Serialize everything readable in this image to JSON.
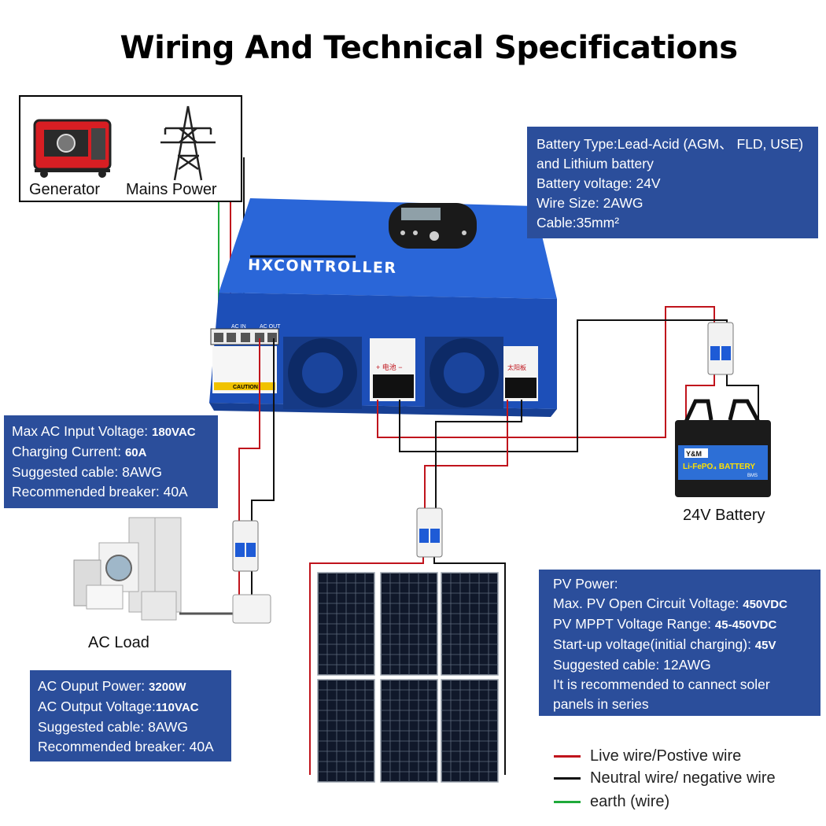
{
  "title": "Wiring And Technical Specifications",
  "sources": {
    "generator_label": "Generator",
    "mains_label": "Mains Power"
  },
  "controller": {
    "brand": "HXCONTROLLER",
    "ac_in_label": "AC IN",
    "ac_out_label": "AC OUT",
    "caution_label": "CAUTION",
    "battery_terminal_label": "+ 电池 −",
    "pv_terminal_label": "太阳板"
  },
  "battery_spec": {
    "lines": [
      "Battery Type:Lead-Acid (AGM、 FLD, USE)",
      "and Lithium battery",
      "Battery voltage: 24V",
      "Wire Size: 2AWG",
      "Cable:35mm²"
    ]
  },
  "ac_input_spec": {
    "l1_label": "Max AC Input Voltage: ",
    "l1_value": "180VAC",
    "l2_label": "Charging Current: ",
    "l2_value": "60A",
    "l3": "Suggested cable: 8AWG",
    "l4": "Recommended breaker: 40A"
  },
  "ac_output_spec": {
    "l1_label": "AC Ouput Power: ",
    "l1_value": "3200W",
    "l2_label": "AC Output Voltage:",
    "l2_value": "110VAC",
    "l3": "Suggested cable: 8AWG",
    "l4": "Recommended breaker: 40A"
  },
  "pv_spec": {
    "l1": "PV Power:",
    "l2_label": "Max.  PV Open Circuit Voltage: ",
    "l2_value": "450VDC",
    "l3_label": "PV MPPT Voltage Range: ",
    "l3_value": "45-450VDC",
    "l4_label": "Start-up voltage(initial charging): ",
    "l4_value": "45V",
    "l5": "Suggested cable: 12AWG",
    "l6": "I't is recommended to cannect soler",
    "l7": "panels in series"
  },
  "battery": {
    "label": "24V Battery",
    "brand": "Y&M",
    "product": "Li-FePO₄ BATTERY",
    "tag": "BMS"
  },
  "ac_load_label": "AC Load",
  "legend": {
    "live": "Live wire/Postive wire",
    "neutral": "Neutral wire/ negative wire",
    "earth": "earth (wire)"
  },
  "colors": {
    "panel_blue": "#2b4e9b",
    "controller_blue": "#1f56c4",
    "live": "#c0141c",
    "neutral": "#111111",
    "earth": "#1faa3a"
  }
}
